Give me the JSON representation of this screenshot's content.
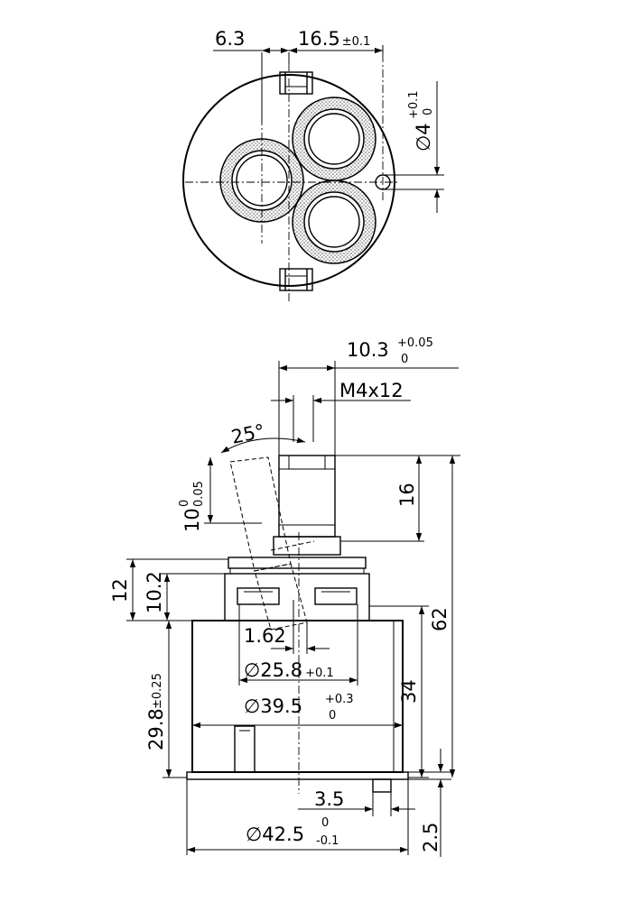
{
  "top_view": {
    "dim_left": "6.3",
    "dim_right": "16.5",
    "dim_right_tol": "±0.1",
    "hole_dia": "∅4",
    "hole_tol_upper": "+0.1",
    "hole_tol_lower": "0"
  },
  "side_view": {
    "stem_width": "10.3",
    "stem_width_tol_upper": "+0.05",
    "stem_width_tol_lower": "0",
    "thread": "M4x12",
    "angle": "25°",
    "stem_flat": "10",
    "stem_flat_tol_upper": "0",
    "stem_flat_tol_lower": "0.05",
    "stem_height": "16",
    "height_total": "62",
    "height_12": "12",
    "height_10_2": "10.2",
    "offset_1_62": "1.62",
    "dia_25_8": "∅25.8",
    "dia_25_8_tol": "+0.1",
    "dia_39_5": "∅39.5",
    "dia_39_5_tol_upper": "+0.3",
    "dia_39_5_tol_lower": "0",
    "height_29_8": "29.8",
    "height_29_8_tol": "±0.25",
    "height_34": "34",
    "dim_3_5": "3.5",
    "dia_42_5": "∅42.5",
    "dia_42_5_tol_upper": "0",
    "dia_42_5_tol_lower": "-0.1",
    "dim_2_5": "2.5"
  }
}
